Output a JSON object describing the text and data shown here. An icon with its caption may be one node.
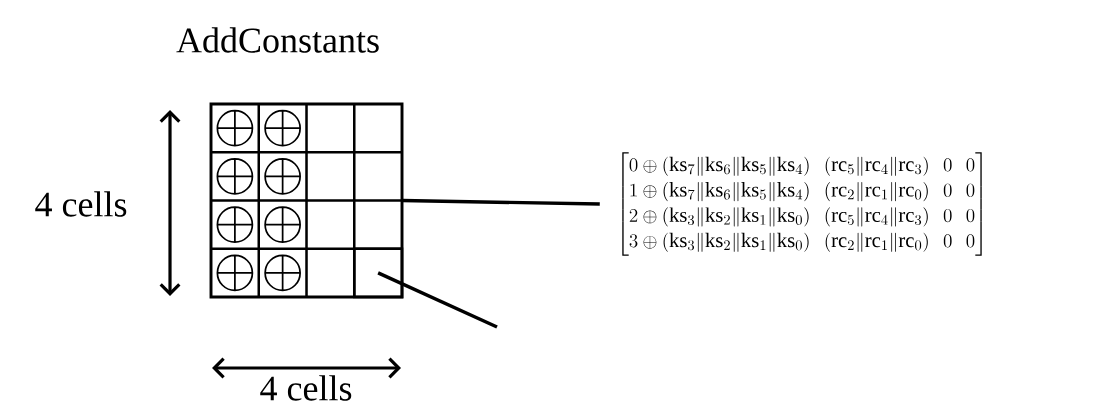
{
  "diagram": {
    "title": "AddConstants",
    "nodes": [
      {
        "text": [],
        "shape": "box"
      },
      {
        "text": [
          "\\begin{bmatrix} 0 \\oplus (\\mathrm{ks}_7\\|\\mathrm{ks}_6\\|\\mathrm{ks}_5\\|\\mathrm{ks}_4) & (\\mathrm{rc}_5\\|\\mathrm{rc}_4\\|\\mathrm{rc}_3) & 0 & 0 \\\\ 1 \\oplus (\\mathrm{ks}_7\\|\\mathrm{ks}_6\\|\\mathrm{ks}_5\\|\\mathrm{ks}_4) & (\\mathrm{rc}_2\\|\\mathrm{rc}_1\\|\\mathrm{rc}_0) & 0 & 0 \\\\ 2 \\oplus (\\mathrm{ks}_3\\|\\mathrm{ks}_2\\|\\mathrm{ks}_1\\|\\mathrm{ks}_0) & (\\mathrm{rc}_5\\|\\mathrm{rc}_4\\|\\mathrm{rc}_3) & 0 & 0 \\\\ 3 \\oplus (\\mathrm{ks}_3\\|\\mathrm{ks}_2\\|\\mathrm{ks}_1\\|\\mathrm{ks}_0) & (\\mathrm{rc}_2\\|\\mathrm{rc}_1\\|\\mathrm{rc}_0) & 0 & 0 \\end{bmatrix}"
        ]
      },
      {
        "text": [],
        "shape": "box",
        "in": 0
      }
    ],
    "edges": [
      {
        "from": 0,
        "to": 1,
        "arrow": "none"
      },
      {
        "from": 2,
        "to": null,
        "arrow": "none"
      }
    ],
    "labels": [
      "4 cells",
      "4 cells"
    ]
  }
}
